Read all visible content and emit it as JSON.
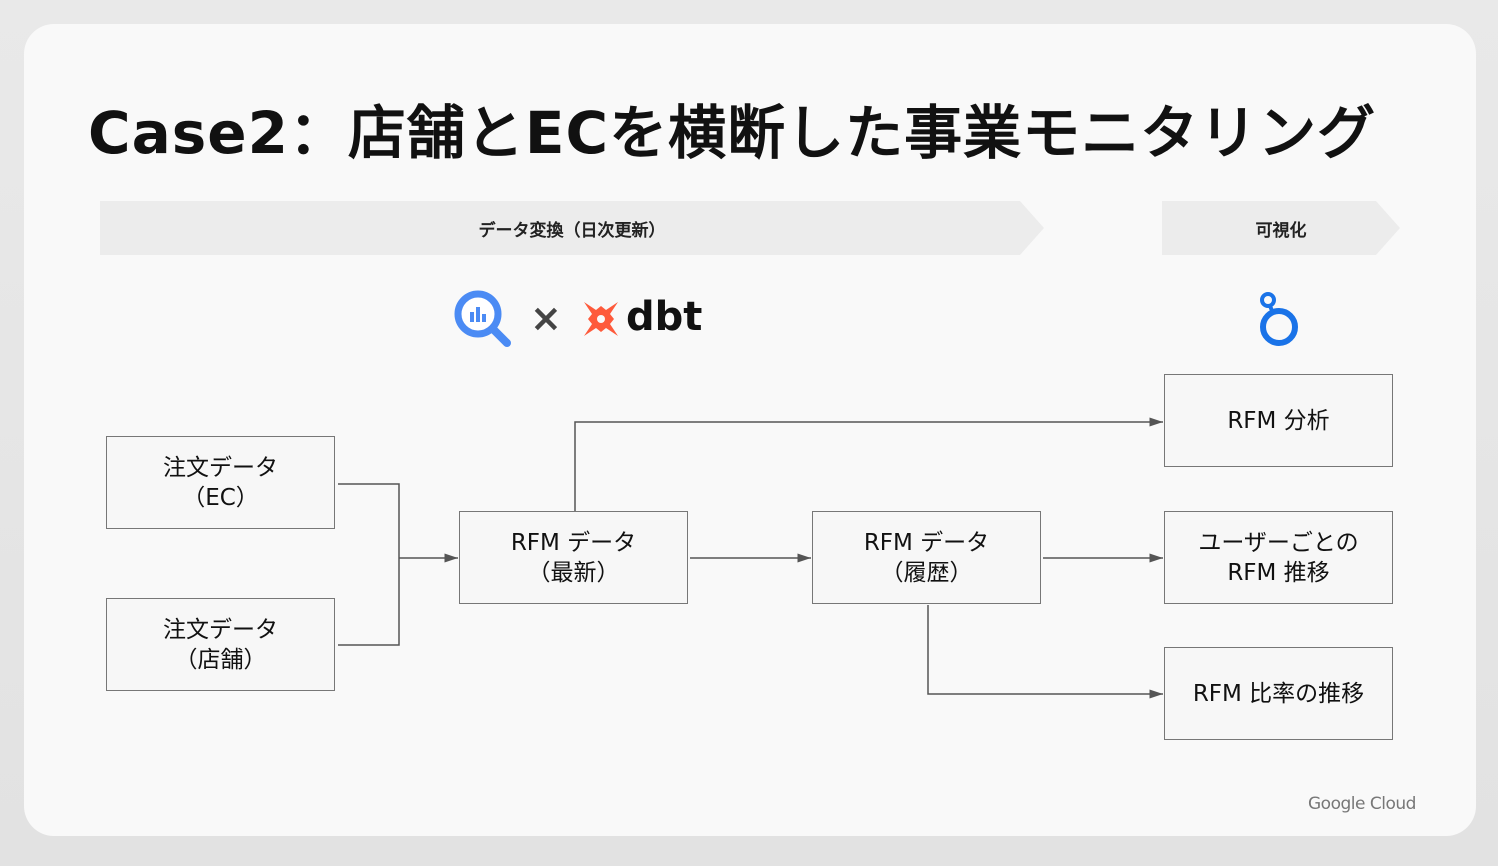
{
  "slide": {
    "title": "Case2：店舗とECを横断した事業モニタリング",
    "stages": {
      "transform": "データ変換（日次更新）",
      "visualize": "可視化"
    },
    "logos": {
      "times": "×",
      "dbt": "dbt",
      "icons": [
        "bigquery-icon",
        "dbt-icon",
        "looker-icon"
      ]
    },
    "nodes": {
      "orders_ec": {
        "line1": "注文データ",
        "line2": "（EC）"
      },
      "orders_store": {
        "line1": "注文データ",
        "line2": "（店舗）"
      },
      "rfm_latest": {
        "line1": "RFM データ",
        "line2": "（最新）"
      },
      "rfm_history": {
        "line1": "RFM データ",
        "line2": "（履歴）"
      },
      "rfm_analysis": {
        "line1": "RFM 分析"
      },
      "rfm_user_trend": {
        "line1": "ユーザーごとの",
        "line2": "RFM 推移"
      },
      "rfm_ratio_trend": {
        "line1": "RFM 比率の推移"
      }
    },
    "colors": {
      "bigquery_blue": "#4b8bf4",
      "dbt_orange": "#fe5a3b",
      "looker_blue": "#1a73e8"
    },
    "footer": "Google Cloud"
  }
}
